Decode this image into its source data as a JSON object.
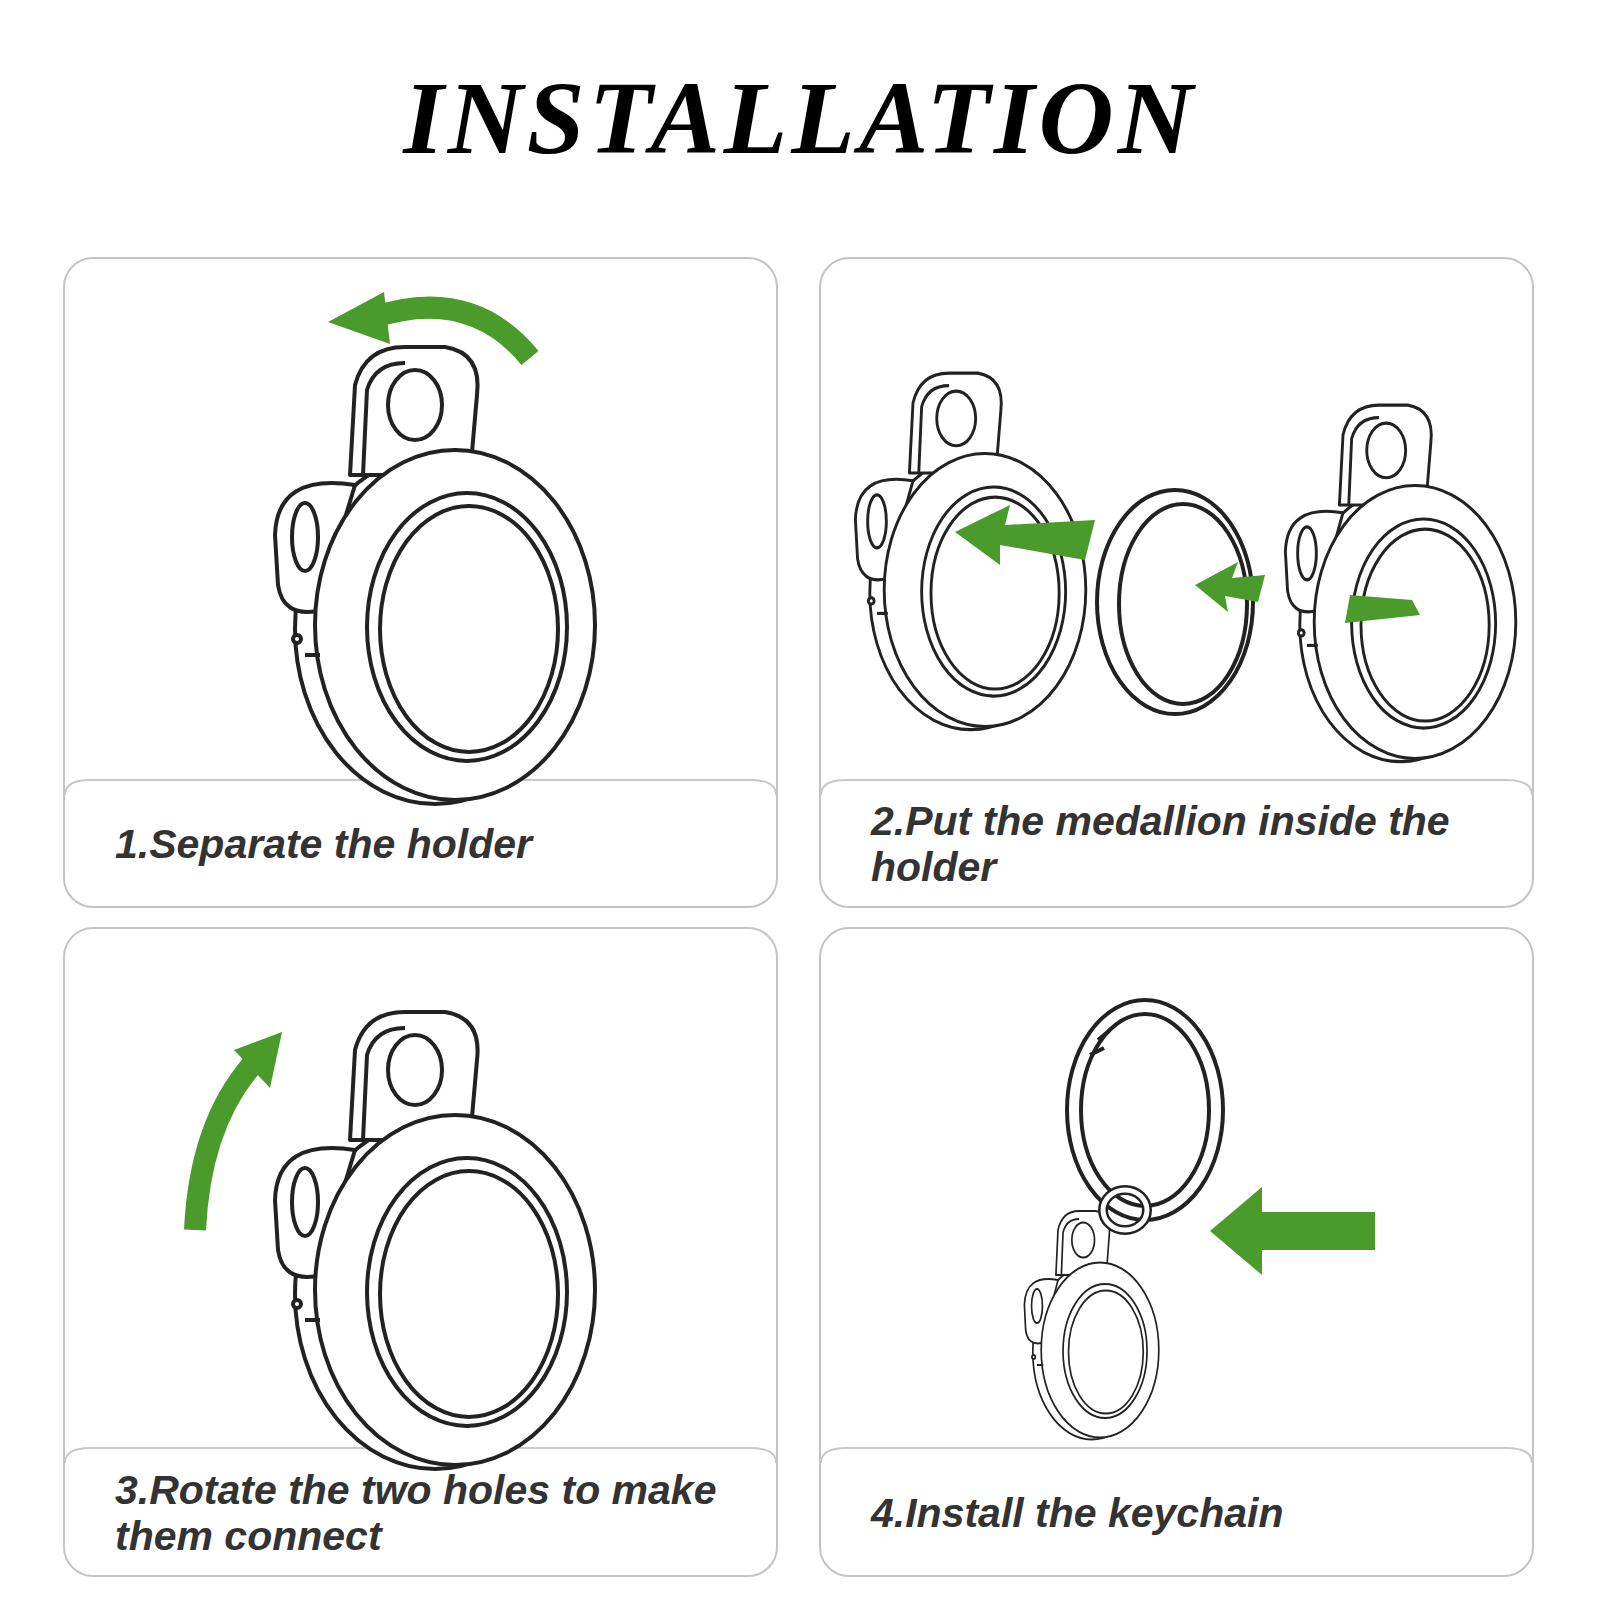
{
  "diagram": {
    "title": "INSTALLATION",
    "nodes": [
      {
        "text": [
          "1.Separate the holder"
        ]
      },
      {
        "text": [
          "2.Put the medallion inside the holder"
        ]
      },
      {
        "text": [
          "3.Rotate the two holes to make them connect"
        ]
      },
      {
        "text": [
          "4.Install the keychain"
        ]
      }
    ]
  }
}
